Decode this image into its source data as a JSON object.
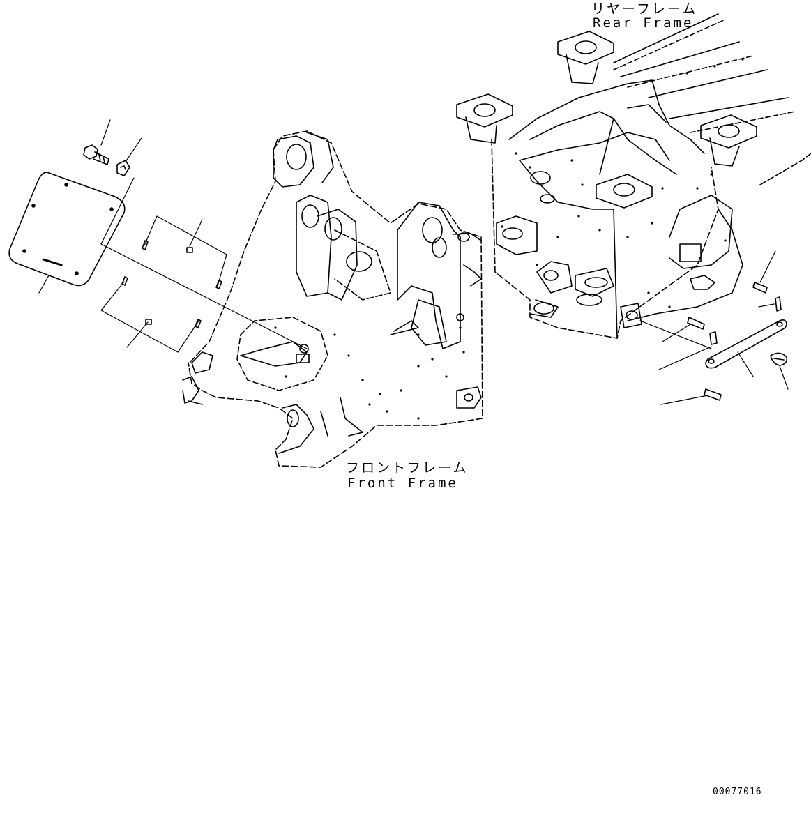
{
  "labels": {
    "rear_frame_jp": "リヤーフレーム",
    "rear_frame_en": "Rear Frame",
    "front_frame_jp": "フロントフレーム",
    "front_frame_en": "Front Frame"
  },
  "drawing_code": "00077016"
}
